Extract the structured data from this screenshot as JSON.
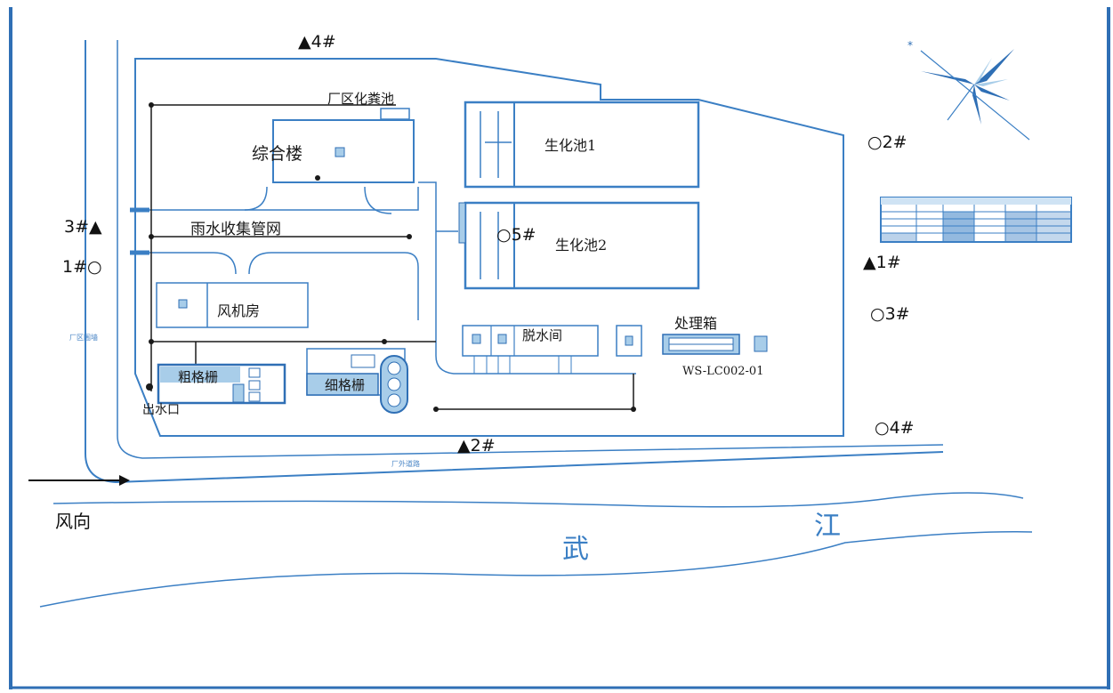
{
  "markers": {
    "m4": "▲4#",
    "m3": "3#▲",
    "m1c": "1#○",
    "m2c": "○2#",
    "m1t": "▲1#",
    "m3c": "○3#",
    "m4c": "○4#",
    "m5c": "○5#",
    "m2t": "▲2#"
  },
  "buildings": {
    "septic": "厂区化粪池",
    "office": "综合楼",
    "pool1": "生化池1",
    "pool2": "生化池2",
    "rainnet": "雨水收集管网",
    "blower": "风机房",
    "dewater": "脱水间",
    "treatment": "处理箱",
    "model": "WS-LC002-01",
    "grille": "粗格栅",
    "grit": "细格栅",
    "outlet": "出水口"
  },
  "roads": {
    "inner": "厂区围墙",
    "outer": "厂外道路"
  },
  "wind": "风向",
  "river": {
    "c1": "武",
    "c2": "江"
  },
  "colors": {
    "line": "#3b7fc4",
    "dark": "#1a1a1a",
    "fill": "#a8cde9",
    "border": "#2f6fb5"
  }
}
